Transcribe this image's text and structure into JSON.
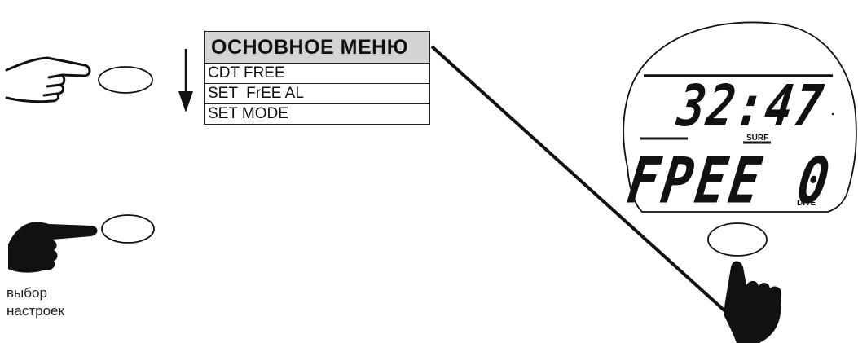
{
  "menu": {
    "title": "ОСНОВНОЕ МЕНЮ",
    "items": [
      "CDT FREE",
      "SET  FrEE AL",
      "SET MODE"
    ]
  },
  "caption": "выбор настроек",
  "display": {
    "time": "32:47",
    "mode": "FPEE",
    "count": "0",
    "surf_label": "SURF",
    "dive_label": "DIVE"
  },
  "icons": {
    "top_left": "pointing-hand-outline-icon",
    "bottom_left": "pointing-hand-filled-icon",
    "bottom_right": "pointing-hand-up-filled-icon",
    "arrow": "arrow-down-icon"
  },
  "colors": {
    "menu_title_bg": "#d4d4d4",
    "ink": "#111111"
  }
}
